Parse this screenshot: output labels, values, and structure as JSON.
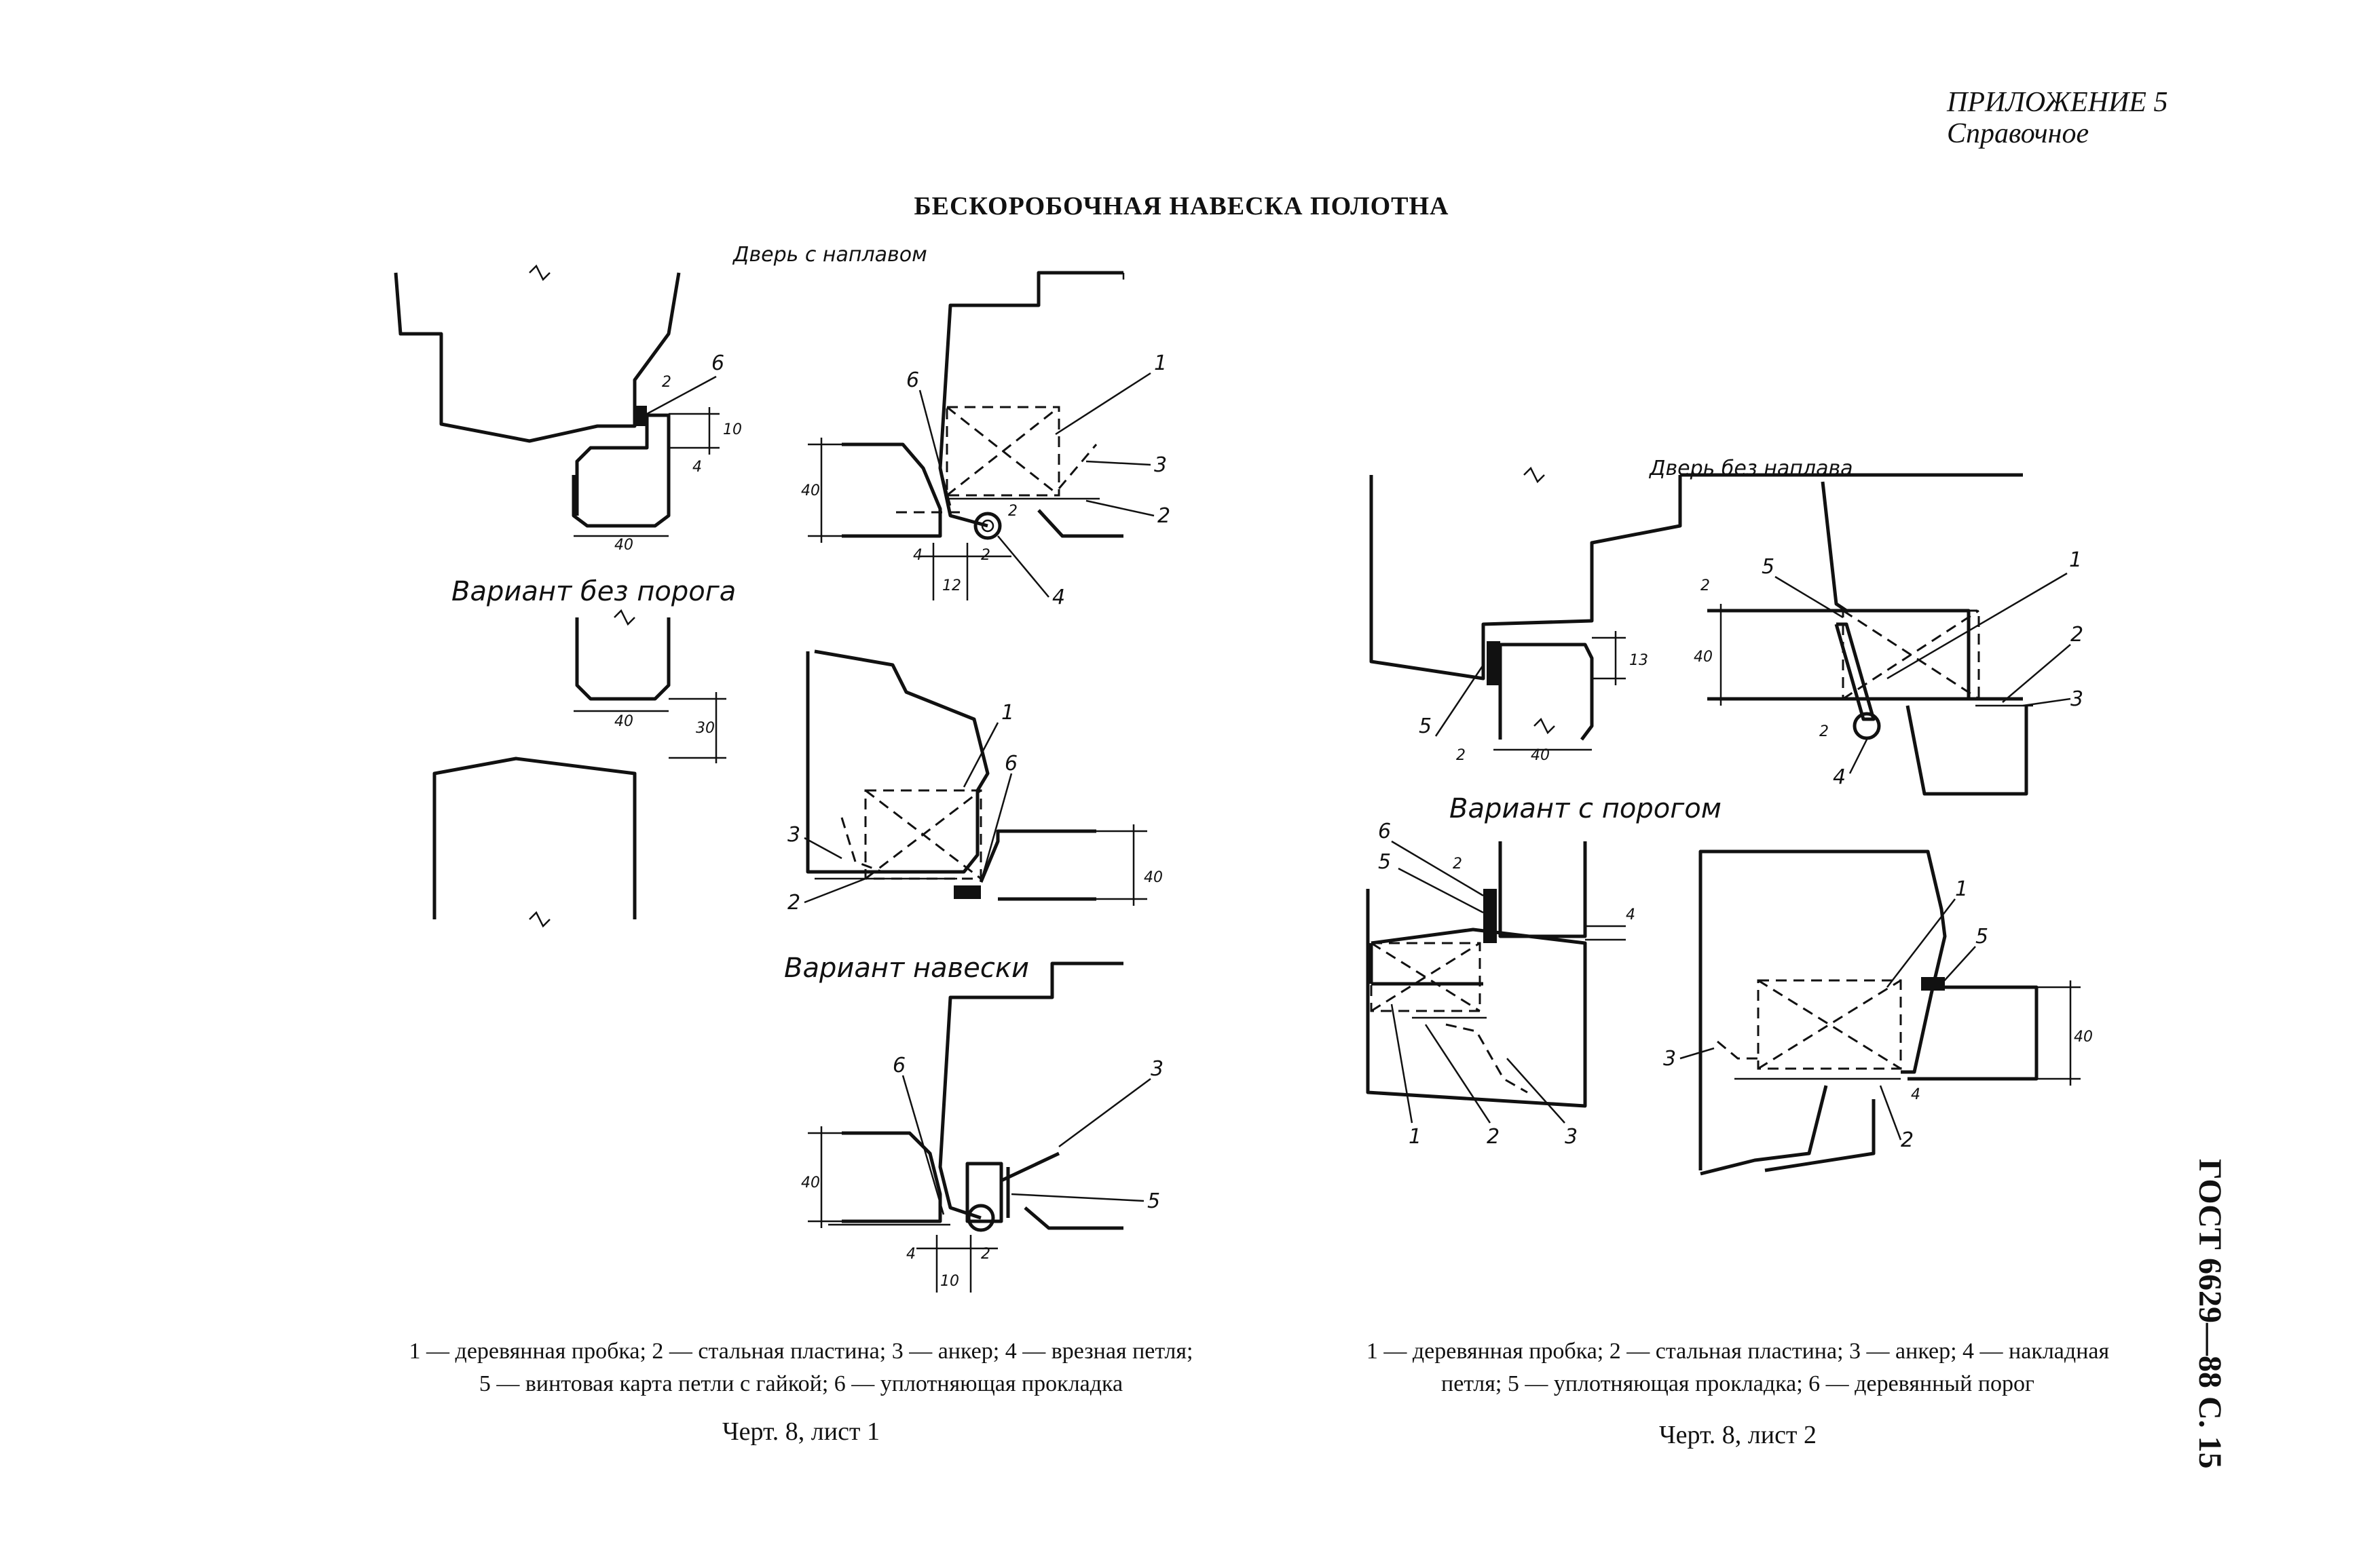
{
  "header": {
    "appendix": "ПРИЛОЖЕНИЕ 5",
    "appendix_note": "Справочное",
    "title": "БЕСКОРОБОЧНАЯ НАВЕСКА ПОЛОТНА"
  },
  "sheet1": {
    "door_label": "Дверь с наплавом",
    "variant_no_threshold": "Вариант без порога",
    "variant_hanging": "Вариант навески",
    "legend_line1": "1 — деревянная пробка; 2 — стальная пластина; 3 — анкер; 4 — врезная петля;",
    "legend_line2": "5 — винтовая карта петли с гайкой; 6 — уплотняющая прокладка",
    "caption": "Черт. 8, лист 1"
  },
  "sheet2": {
    "door_label": "Дверь без наплава",
    "variant_threshold": "Вариант с порогом",
    "legend_line1": "1 — деревянная пробка; 2 — стальная пластина; 3 — анкер; 4 — накладная",
    "legend_line2": "петля; 5 — уплотняющая прокладка; 6 — деревянный порог",
    "caption": "Черт. 8, лист 2"
  },
  "page_footer": {
    "gost_ref": "ГОСТ 6629—88 С. 15"
  },
  "drawing_text": {
    "d2": "2",
    "d4": "4",
    "d10": "10",
    "d12": "12",
    "d13": "13",
    "d30": "30",
    "d40": "40",
    "n1": "1",
    "n2": "2",
    "n3": "3",
    "n4": "4",
    "n5": "5",
    "n6": "6"
  }
}
